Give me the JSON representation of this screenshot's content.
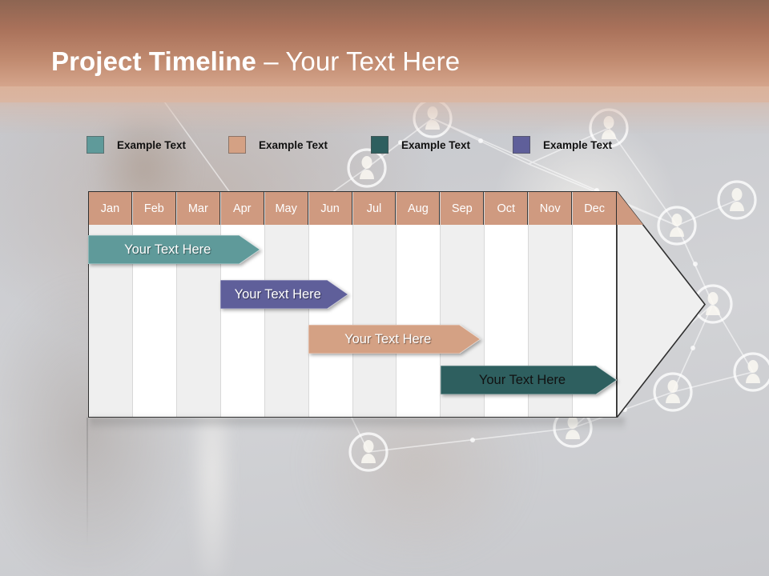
{
  "slide": {
    "title_bold": "Project Timeline",
    "title_regular": " – Your Text Here"
  },
  "legend": {
    "items": [
      {
        "label": "Example Text",
        "color": "#5f9a9a",
        "name": "legend-item-1"
      },
      {
        "label": "Example Text",
        "color": "#d4a184",
        "name": "legend-item-2"
      },
      {
        "label": "Example Text",
        "color": "#2e5f5f",
        "name": "legend-item-3"
      },
      {
        "label": "Example Text",
        "color": "#5f5f9a",
        "name": "legend-item-4"
      }
    ]
  },
  "timeline": {
    "header_color": "#cf9a80",
    "months": [
      "Jan",
      "Feb",
      "Mar",
      "Apr",
      "May",
      "Jun",
      "Jul",
      "Aug",
      "Sep",
      "Oct",
      "Nov",
      "Dec"
    ],
    "bars": [
      {
        "label": "Your  Text Here",
        "color": "#5f9a9a",
        "text_color": "light",
        "start_month": 0,
        "end_month": 3.9,
        "row": 0
      },
      {
        "label": "Your  Text Here",
        "color": "#5f5f9a",
        "text_color": "light",
        "start_month": 3.0,
        "end_month": 5.9,
        "row": 1
      },
      {
        "label": "Your  Text Here",
        "color": "#d4a184",
        "text_color": "light",
        "start_month": 5.0,
        "end_month": 8.9,
        "row": 2
      },
      {
        "label": "Your  Text Here",
        "color": "#2e5f5f",
        "text_color": "dark",
        "start_month": 8.0,
        "end_month": 12.0,
        "row": 3
      }
    ]
  },
  "chart_data": {
    "type": "bar",
    "title": "Project Timeline – Your Text Here",
    "xlabel": "",
    "ylabel": "",
    "categories": [
      "Jan",
      "Feb",
      "Mar",
      "Apr",
      "May",
      "Jun",
      "Jul",
      "Aug",
      "Sep",
      "Oct",
      "Nov",
      "Dec"
    ],
    "series": [
      {
        "name": "Example Text",
        "color": "#5f9a9a",
        "start": "Jan",
        "end": "Apr",
        "values": [
          1,
          1,
          1,
          1,
          0,
          0,
          0,
          0,
          0,
          0,
          0,
          0
        ]
      },
      {
        "name": "Example Text",
        "color": "#5f5f9a",
        "start": "Apr",
        "end": "Jun",
        "values": [
          0,
          0,
          0,
          1,
          1,
          1,
          0,
          0,
          0,
          0,
          0,
          0
        ]
      },
      {
        "name": "Example Text",
        "color": "#d4a184",
        "start": "Jun",
        "end": "Sep",
        "values": [
          0,
          0,
          0,
          0,
          0,
          1,
          1,
          1,
          1,
          0,
          0,
          0
        ]
      },
      {
        "name": "Example Text",
        "color": "#2e5f5f",
        "start": "Sep",
        "end": "Dec",
        "values": [
          0,
          0,
          0,
          0,
          0,
          0,
          0,
          0,
          1,
          1,
          1,
          1
        ]
      }
    ],
    "legend_position": "top",
    "grid": true
  }
}
